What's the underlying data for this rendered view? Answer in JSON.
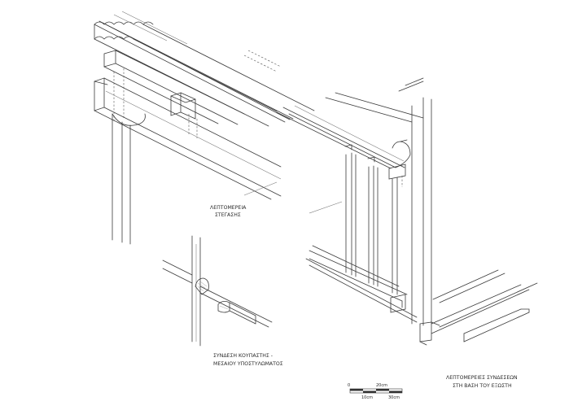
{
  "labels": {
    "roof_detail": [
      "ΛΕΠΤΟΜΕΡΕΙΑ",
      "ΣΤΕΓΑΣΗΣ"
    ],
    "rail_post_joint": [
      "ΣΥΝΔΕΣΗ ΚΟΥΠΑΣΤΗΣ -",
      "ΜΕΣΑΙΟΥ ΥΠΟΣΤΥΛΩΜΑΤΟΣ"
    ],
    "base_joints": [
      "ΛΕΠΤΟΜΕΡΕΙΕΣ ΣΥΝΔΕΣΕΩΝ",
      "ΣΤΗ ΒΑΣΗ ΤΟΥ ΕΞΩΣΤΗ"
    ]
  },
  "scale_bar": {
    "zero": "0",
    "top_mark": "20cm",
    "bottom_left": "10cm",
    "bottom_right": "30cm"
  },
  "colors": {
    "ink": "#3a3a3a",
    "paper": "#ffffff"
  }
}
